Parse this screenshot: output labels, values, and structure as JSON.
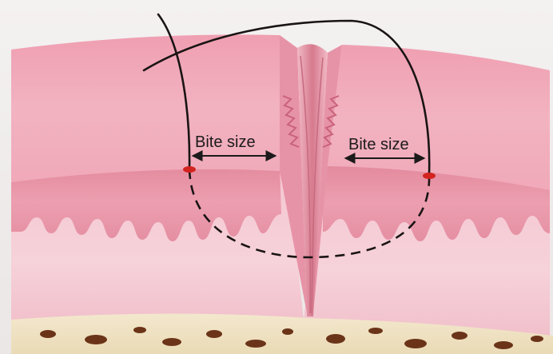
{
  "diagram": {
    "labels": {
      "left_bite": "Bite size",
      "right_bite": "Bite size"
    },
    "colors": {
      "tissue_light": "#f3c9d2",
      "tissue_mid": "#e99aab",
      "tissue_dark": "#d5697f",
      "suture": "#1a1414",
      "entry_mark": "#d2231f",
      "bone_base": "#f1e2c2",
      "bone_spots": "#6b3418"
    },
    "icons": {
      "entry_point": "needle-entry-mark",
      "dimension": "double-headed-arrow"
    }
  }
}
